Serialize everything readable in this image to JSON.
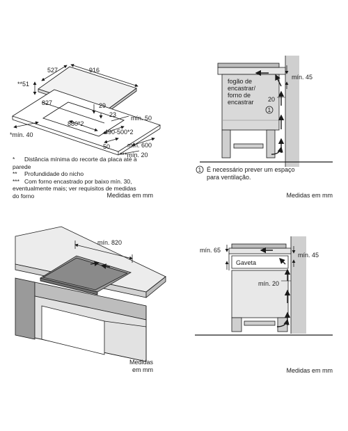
{
  "panel1": {
    "dims": {
      "d527": "527",
      "d916": "916",
      "d51": "**51",
      "d827": "827",
      "d29": "29",
      "d23": "23",
      "d880": "880*2",
      "dmin50": "mín. 50",
      "d490": "490-500*2",
      "dmin40": "*mín. 40",
      "dmin600": "mín. 600",
      "d50": "50",
      "dmin20": "***mín. 20"
    },
    "footnotes": [
      {
        "mark": "*",
        "text": "Distância mínima do recorte da placa até à parede"
      },
      {
        "mark": "**",
        "text": "Profundidade do nicho"
      },
      {
        "mark": "***",
        "text": "Com forno encastrado por baixo mín. 30, eventualmente mais; ver requisitos de medidas do forno"
      }
    ],
    "caption": "Medidas em mm"
  },
  "panel2": {
    "appliance_label": [
      "fogão de",
      "encastrar/",
      "forno de",
      "encastrar"
    ],
    "dmin45": "mín. 45",
    "d20": "20",
    "circle1": "1",
    "note_mark": "1",
    "note": "É necessário prever um espaço para ventilação.",
    "caption": "Medidas em mm"
  },
  "panel3": {
    "dmin820": "mín. 820",
    "caption_line1": "Medidas",
    "caption_line2": "em mm"
  },
  "panel4": {
    "dmin65": "mín. 65",
    "dmin45": "mín. 45",
    "drawer": "Gaveta",
    "dmin20": "mín. 20",
    "caption": "Medidas em mm"
  }
}
